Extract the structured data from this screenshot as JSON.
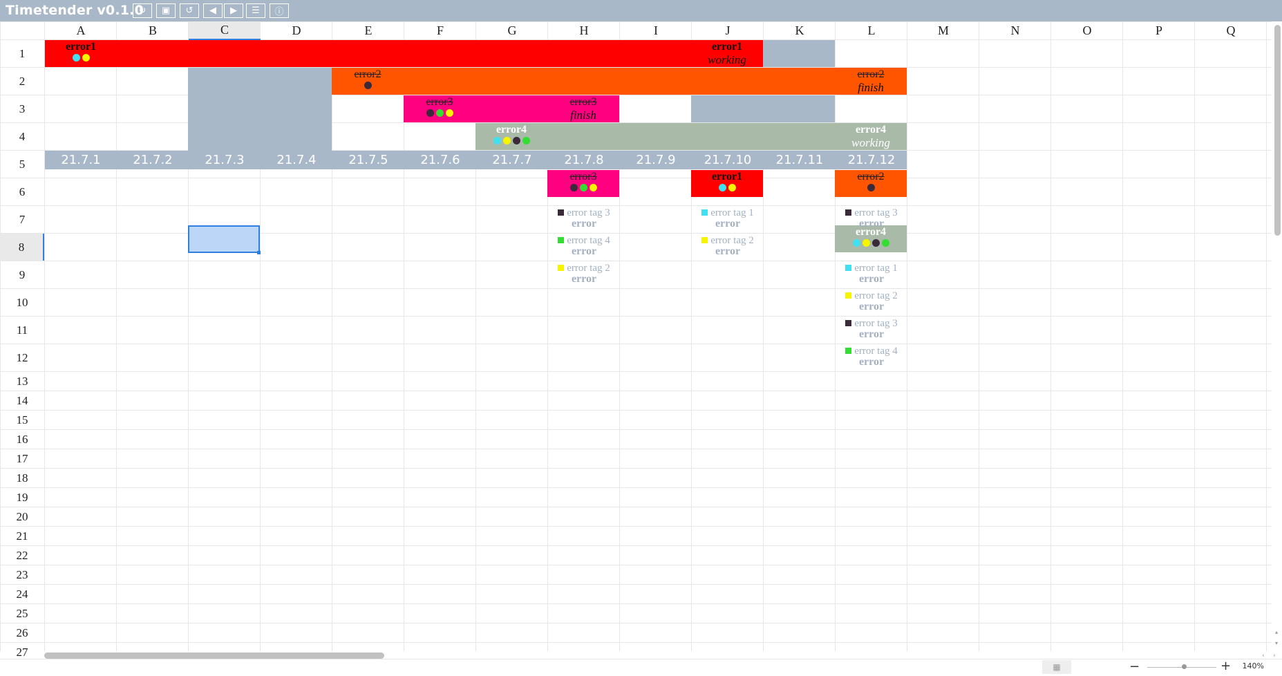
{
  "app": {
    "title": "Timetender v0.1.0"
  },
  "toolbar": [
    {
      "name": "refresh-icon",
      "glyph": "↻"
    },
    {
      "name": "save-icon",
      "glyph": "▣"
    },
    {
      "name": "undo-icon",
      "glyph": "↺"
    },
    {
      "name": "prev-icon",
      "glyph": "◀"
    },
    {
      "name": "next-icon",
      "glyph": "▶"
    },
    {
      "name": "list-icon",
      "glyph": "☰"
    },
    {
      "name": "info-icon",
      "glyph": "ⓘ"
    }
  ],
  "columns": [
    "A",
    "B",
    "C",
    "D",
    "E",
    "F",
    "G",
    "H",
    "I",
    "J",
    "K",
    "L",
    "M",
    "N",
    "O",
    "P",
    "Q"
  ],
  "rows": [
    "1",
    "2",
    "3",
    "4",
    "5",
    "6",
    "7",
    "8",
    "9",
    "10",
    "11",
    "12",
    "13",
    "14",
    "15",
    "16",
    "17",
    "18",
    "19",
    "20",
    "21",
    "22",
    "23",
    "24",
    "25",
    "26",
    "27"
  ],
  "dates": [
    "21.7.1",
    "21.7.2",
    "21.7.3",
    "21.7.4",
    "21.7.5",
    "21.7.6",
    "21.7.7",
    "21.7.8",
    "21.7.9",
    "21.7.10",
    "21.7.11",
    "21.7.12"
  ],
  "colors": {
    "header_bg": "#a9b8c9",
    "error1": "#ff0000",
    "error2": "#ff5500",
    "error3": "#ff0080",
    "error4": "#a9bba8",
    "tag1": "#40e0f0",
    "tag2": "#f5f500",
    "tag3": "#3a2a3a",
    "tag4": "#33dd33",
    "selection": "#bcd6f7"
  },
  "items": {
    "e1_start_label": "error1",
    "e1_end_label": "error1",
    "e1_status": "working",
    "e2_start_label": "error2",
    "e2_end_label": "error2",
    "e2_status": "finish",
    "e3_start_label": "error3",
    "e3_end_label": "error3",
    "e3_status": "finish",
    "e4_start_label": "error4",
    "e4_end_label": "error4",
    "e4_status": "working"
  },
  "day_cards": {
    "h_title": "error3",
    "j_title": "error1",
    "l_title": "error2",
    "l_sub_title": "error4"
  },
  "tags": {
    "tag1": "error tag 1",
    "tag2": "error tag 2",
    "tag3": "error tag 3",
    "tag4": "error tag 4",
    "sub": "error"
  },
  "status": {
    "zoom": "140%"
  }
}
